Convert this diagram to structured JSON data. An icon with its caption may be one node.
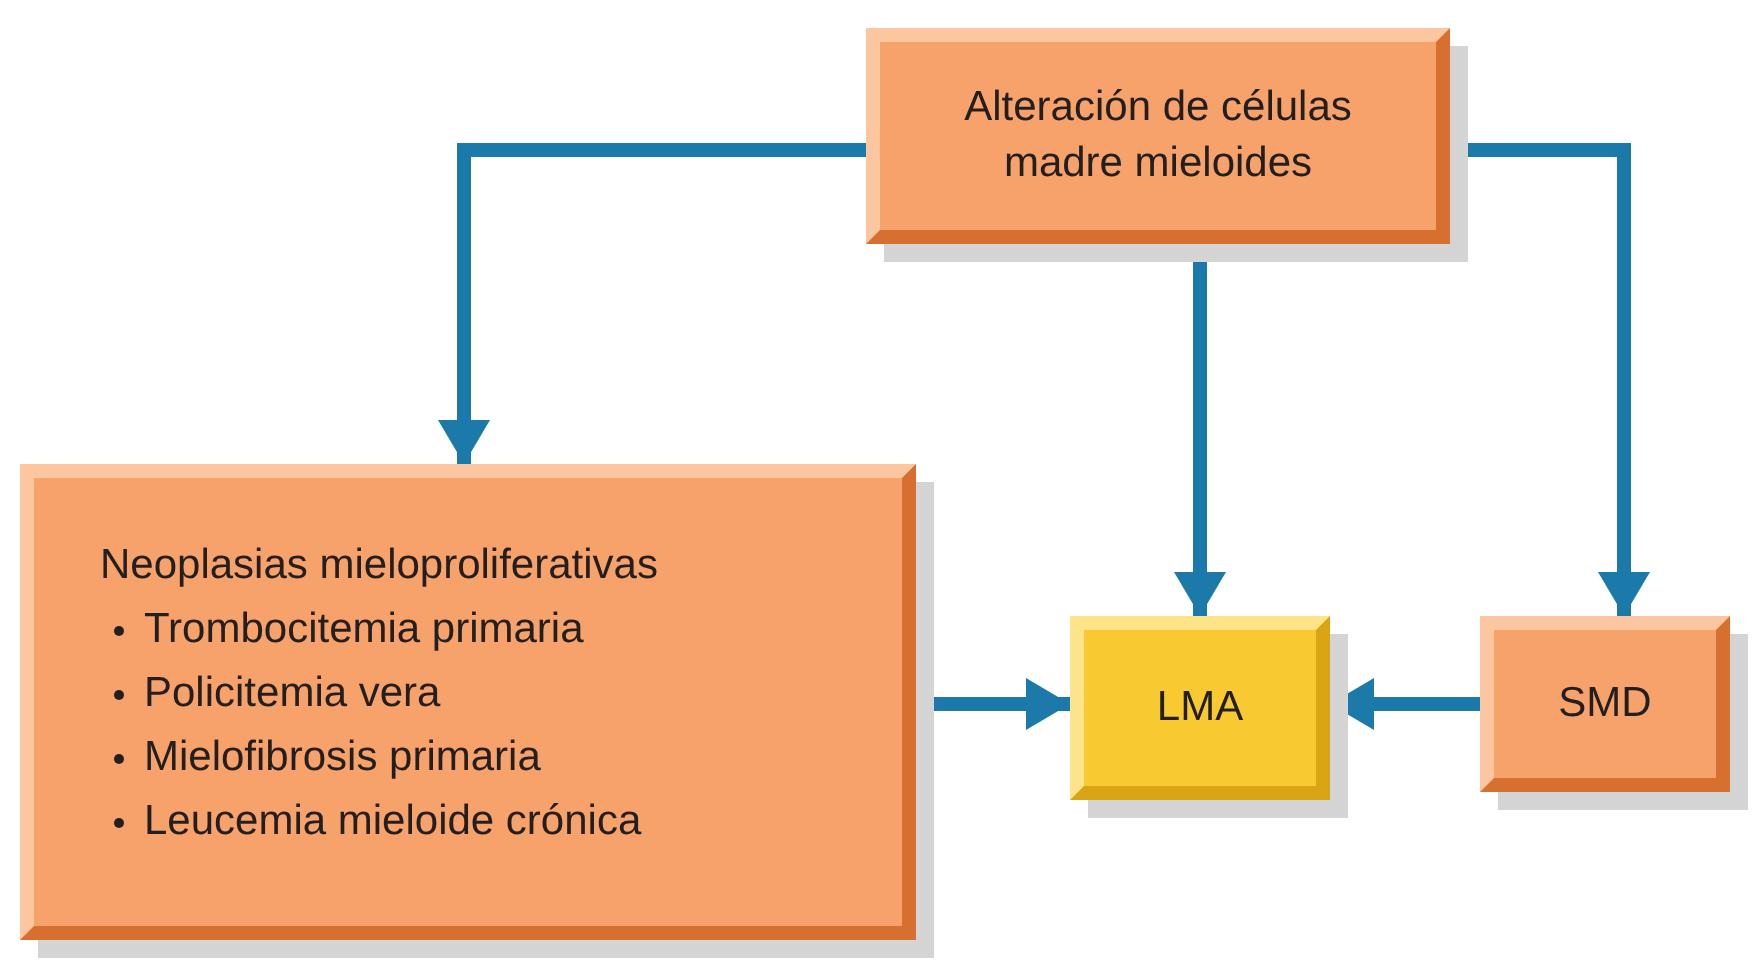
{
  "diagram": {
    "nodes": [
      {
        "text": [
          "Alteración de células madre mieloides"
        ]
      },
      {
        "text": [
          "Neoplasias mieloproliferativas",
          "Trombocitemia primaria",
          "Policitemia vera",
          "Mielofibrosis primaria",
          "Leucemia mieloide crónica"
        ]
      },
      {
        "text": [
          "LMA"
        ]
      },
      {
        "text": [
          "SMD"
        ]
      }
    ],
    "edges": [
      {
        "from": 0,
        "to": 1,
        "arrow": "to"
      },
      {
        "from": 0,
        "to": 2,
        "arrow": "to"
      },
      {
        "from": 0,
        "to": 3,
        "arrow": "to"
      },
      {
        "from": 1,
        "to": 2,
        "arrow": "to"
      },
      {
        "from": 3,
        "to": 2,
        "arrow": "to"
      }
    ]
  }
}
